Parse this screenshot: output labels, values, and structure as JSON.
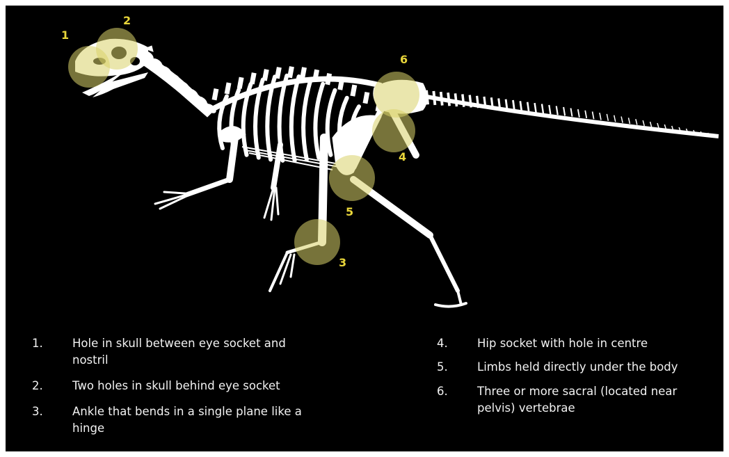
{
  "colors": {
    "background": "#000000",
    "bone": "#ffffff",
    "highlight": "#d8d16a",
    "marker_text": "#e8d53a",
    "legend_text": "#f2f2f2"
  },
  "markers": [
    "1",
    "2",
    "3",
    "4",
    "5",
    "6"
  ],
  "legend": [
    {
      "num": "1.",
      "text": "Hole in skull between eye socket and nostril"
    },
    {
      "num": "2.",
      "text": "Two holes in skull behind eye socket"
    },
    {
      "num": "3.",
      "text": "Ankle that bends in a single plane like a hinge"
    },
    {
      "num": "4.",
      "text": "Hip socket with hole in centre"
    },
    {
      "num": "5.",
      "text": "Limbs held directly under the body"
    },
    {
      "num": "6.",
      "text": "Three or more sacral (located near pelvis) vertebrae"
    }
  ]
}
